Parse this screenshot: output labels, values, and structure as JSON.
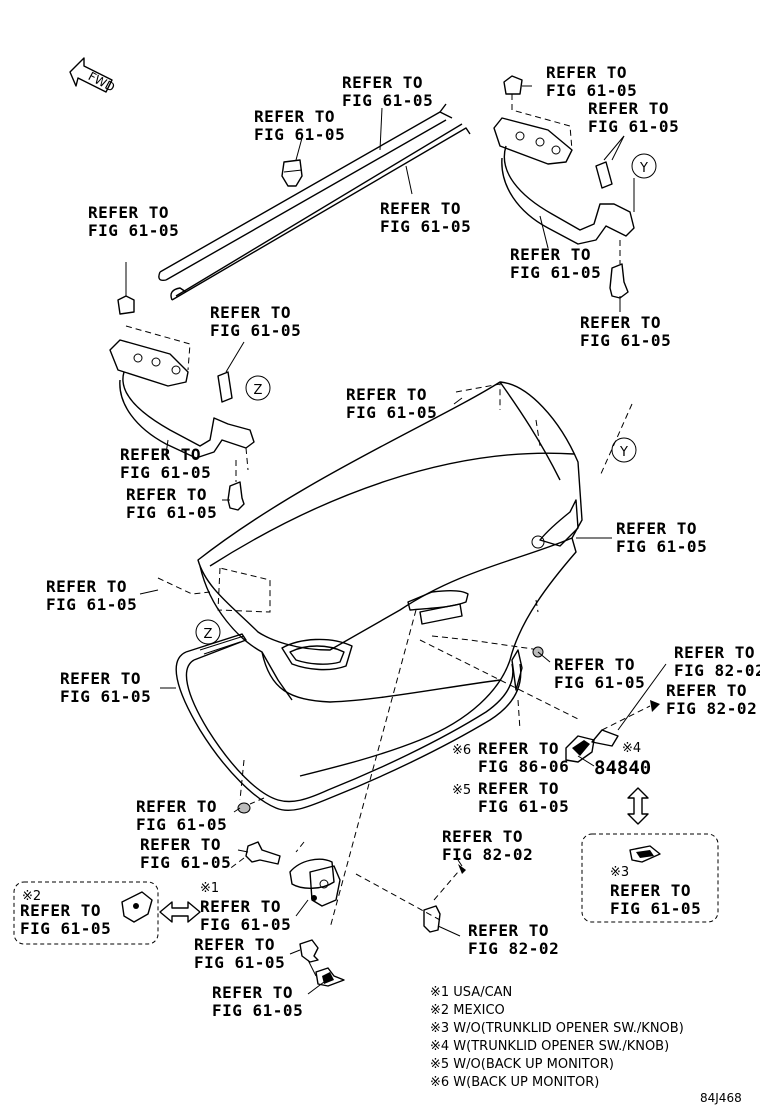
{
  "refer_line1": "REFER TO",
  "fig": {
    "f6105": "FIG 61-05",
    "f8202": "FIG 82-02",
    "f8606": "FIG 86-06"
  },
  "fwd_label": "FWD",
  "part_number_84840": "84840",
  "markers": {
    "y": "Y",
    "z": "Z"
  },
  "condition_marks": {
    "m1": "※1",
    "m2": "※2",
    "m3": "※3",
    "m4": "※4",
    "m5": "※5",
    "m6": "※6"
  },
  "legend": [
    "※1 USA/CAN",
    "※2 MEXICO",
    "※3 W/O(TRUNKLID OPENER SW./KNOB)",
    "※4 W(TRUNKLID OPENER SW./KNOB)",
    "※5 W/O(BACK UP MONITOR)",
    "※6 W(BACK UP MONITOR)"
  ],
  "diagram_code": "84J468"
}
